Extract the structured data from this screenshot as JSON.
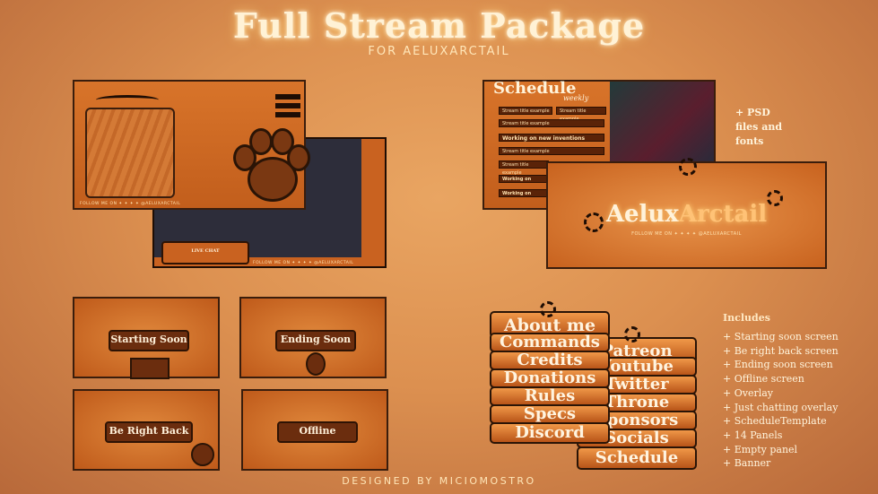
{
  "header": {
    "title": "Full Stream Package",
    "subtitle": "FOR AELUXARCTAIL"
  },
  "footer": {
    "credit": "DESIGNED BY MICIOMOSTRO"
  },
  "overlay": {
    "follow_text": "FOLLOW ME ON ✦ ✦ ✦ ✦ @AELUXARCTAIL",
    "chat_label": "LIVE CHAT"
  },
  "schedule": {
    "title": "Schedule",
    "subtitle": "weekly",
    "row_text": "Stream title example",
    "highlight": "Working on new inventions",
    "working_on": "Working on"
  },
  "banner": {
    "name_a": "Aelux",
    "name_b": "Arctail",
    "follow": "FOLLOW ME ON ✦ ✦ ✦ ✦ @AELUXARCTAIL"
  },
  "psd_note": "+ PSD\nfiles and\nfonts",
  "scenes": {
    "starting": "Starting Soon",
    "ending": "Ending Soon",
    "brb": "Be Right Back",
    "offline": "Offline"
  },
  "panels_left": [
    "About me",
    "Commands",
    "Credits",
    "Donations",
    "Rules",
    "Specs",
    "Discord"
  ],
  "panels_right": [
    "Patreon",
    "Youtube",
    "Twitter",
    "Throne",
    "Sponsors",
    "Socials",
    "Schedule"
  ],
  "includes": {
    "heading": "Includes",
    "items": [
      "+ Starting soon screen",
      "+ Be right back screen",
      "+ Ending soon screen",
      "+ Offline screen",
      "+ Overlay",
      "+ Just chatting overlay",
      "+ ScheduleTemplate",
      "+ 14 Panels",
      "+ Empty panel",
      "+ Banner"
    ]
  },
  "colors": {
    "accent": "#e07a2c",
    "dark": "#2a1406",
    "glow": "#fff2d6"
  }
}
